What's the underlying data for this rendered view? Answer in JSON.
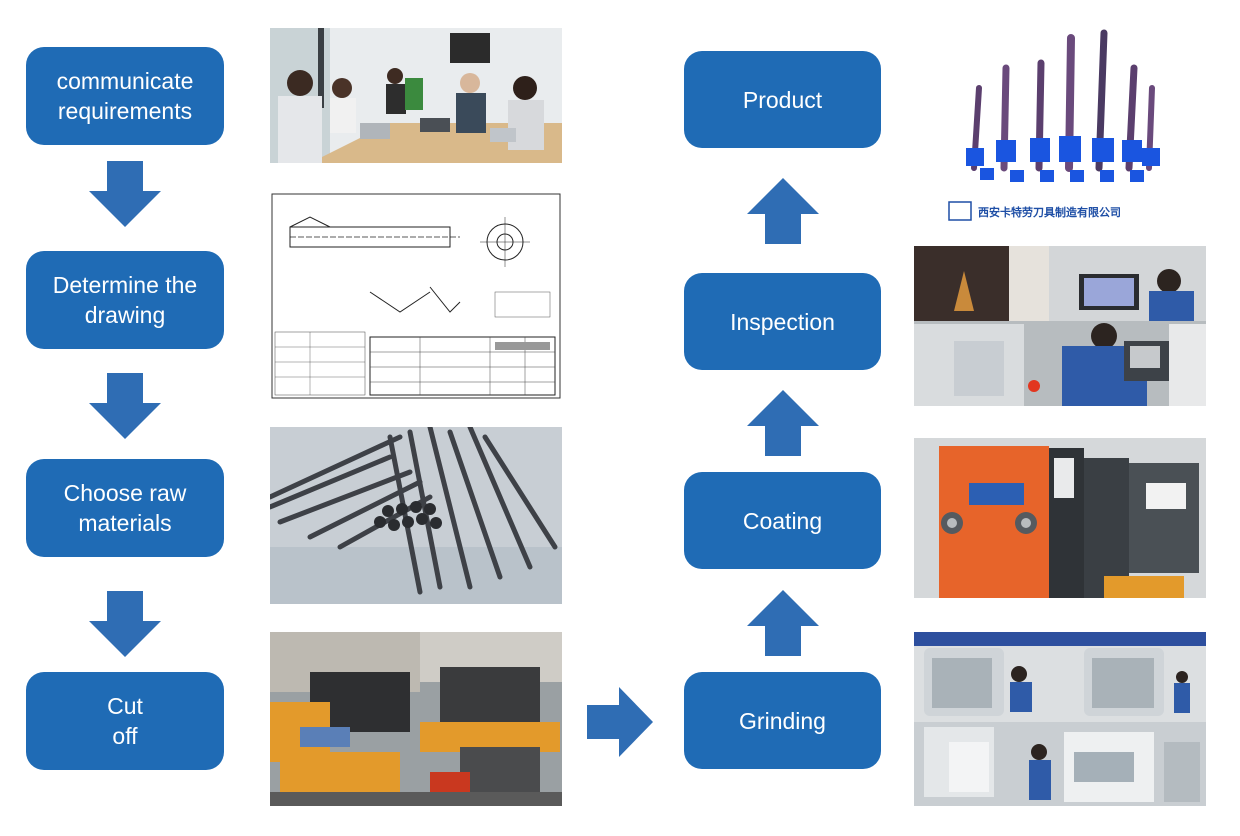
{
  "colors": {
    "step_fill": "#1f6bb5",
    "arrow_fill": "#2f6db4",
    "step_text": "#ffffff"
  },
  "steps": {
    "communicate": "communicate\nrequirements",
    "drawing": "Determine the\ndrawing",
    "raw": "Choose raw\nmaterials",
    "cut": "Cut\noff",
    "grinding": "Grinding",
    "coating": "Coating",
    "inspection": "Inspection",
    "product": "Product"
  },
  "photos": {
    "meeting": "meeting-photo",
    "drawing": "technical-drawing-photo",
    "rods": "carbide-rods-photo",
    "cutting": "cutting-machine-photo",
    "products": "drill-bits-photo",
    "inspection": "inspection-photo",
    "coating": "coating-machine-photo",
    "grinding": "grinding-machine-photo"
  },
  "product_photo_caption": "西安卡特劳刀具制造有限公司"
}
